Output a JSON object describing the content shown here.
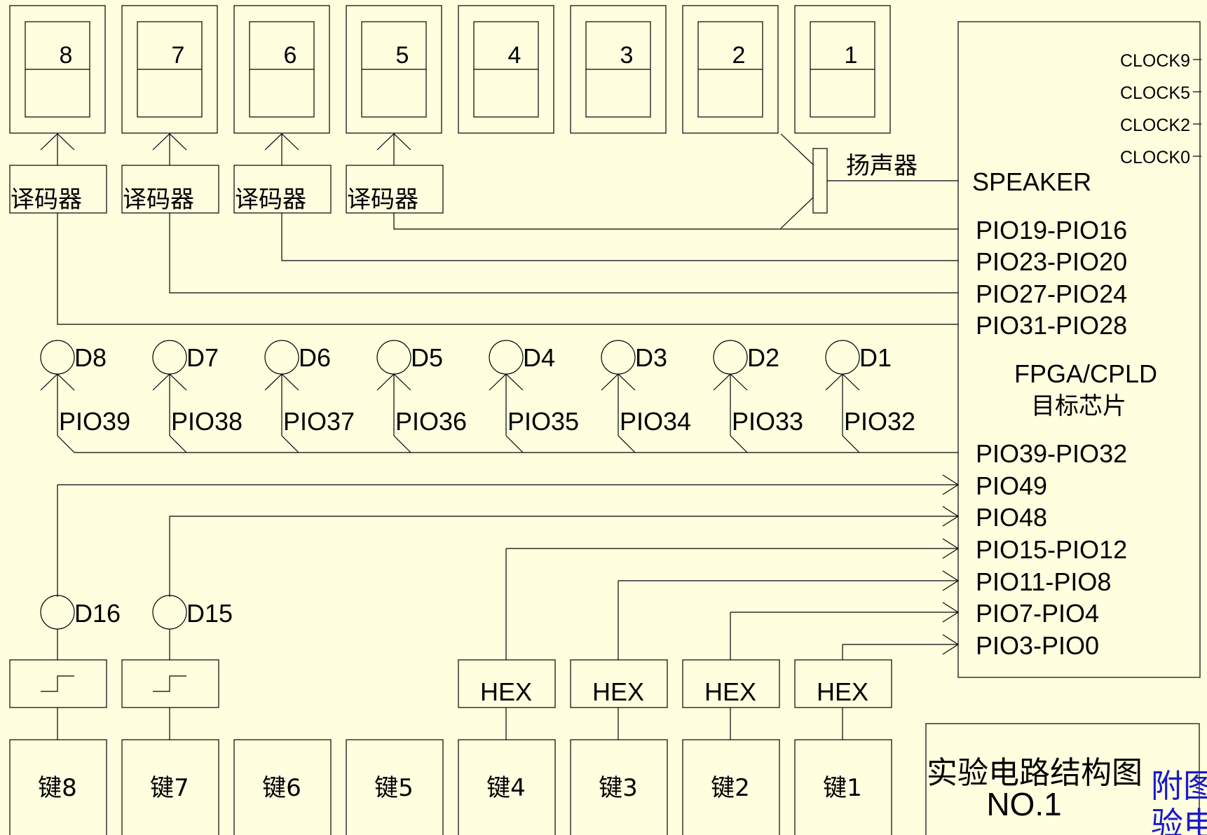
{
  "colors": {
    "background": "#ffffe0",
    "line": "#000000",
    "caption": "#1a1acc"
  },
  "displays": [
    "8",
    "7",
    "6",
    "5",
    "4",
    "3",
    "2",
    "1"
  ],
  "decoder_label": "译码器",
  "speaker_label": "扬声器",
  "chip": {
    "clocks": [
      "CLOCK9",
      "CLOCK5",
      "CLOCK2",
      "CLOCK0"
    ],
    "speaker_pin": "SPEAKER",
    "display_pins": [
      "PIO19-PIO16",
      "PIO23-PIO20",
      "PIO27-PIO24",
      "PIO31-PIO28"
    ],
    "name": "FPGA/CPLD",
    "subtitle": "目标芯片",
    "input_pins": [
      "PIO39-PIO32",
      "PIO49",
      "PIO48",
      "PIO15-PIO12",
      "PIO11-PIO8",
      "PIO7-PIO4",
      "PIO3-PIO0"
    ]
  },
  "leds": [
    "D8",
    "D7",
    "D6",
    "D5",
    "D4",
    "D3",
    "D2",
    "D1"
  ],
  "led_pins": [
    "PIO39",
    "PIO38",
    "PIO37",
    "PIO36",
    "PIO35",
    "PIO34",
    "PIO33",
    "PIO32"
  ],
  "leds_lower": [
    "D16",
    "D15"
  ],
  "hex_label": "HEX",
  "keys": [
    "键8",
    "键7",
    "键6",
    "键5",
    "键4",
    "键3",
    "键2",
    "键1"
  ],
  "title_box": {
    "title": "实验电路结构图",
    "number": "NO.1"
  },
  "caption": [
    "附图",
    "验电"
  ]
}
